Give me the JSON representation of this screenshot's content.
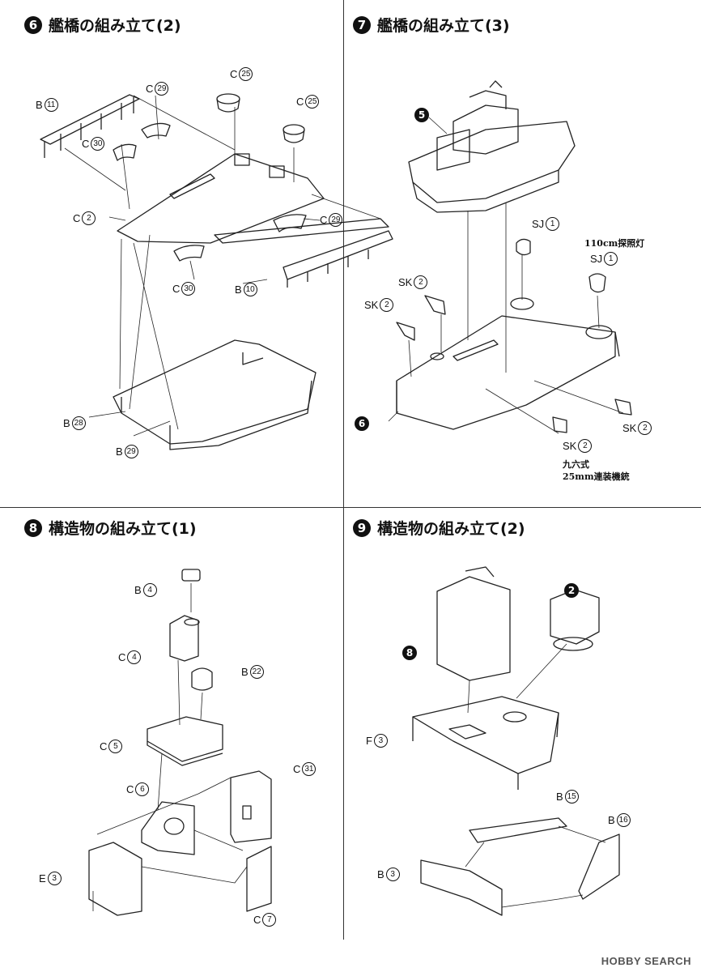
{
  "steps": [
    {
      "num": "6",
      "title": "艦橋の組み立て(2)"
    },
    {
      "num": "7",
      "title": "艦橋の組み立て(3)"
    },
    {
      "num": "8",
      "title": "構造物の組み立て(1)"
    },
    {
      "num": "9",
      "title": "構造物の組み立て(2)"
    }
  ],
  "step6_labels": {
    "b11": {
      "part": "B",
      "num": "11"
    },
    "c29a": {
      "part": "C",
      "num": "29"
    },
    "c25a": {
      "part": "C",
      "num": "25"
    },
    "c25b": {
      "part": "C",
      "num": "25"
    },
    "c30a": {
      "part": "C",
      "num": "30"
    },
    "c2": {
      "part": "C",
      "num": "2"
    },
    "c29b": {
      "part": "C",
      "num": "29"
    },
    "c30b": {
      "part": "C",
      "num": "30"
    },
    "b10": {
      "part": "B",
      "num": "10"
    },
    "b28": {
      "part": "B",
      "num": "28"
    },
    "b29": {
      "part": "B",
      "num": "29"
    }
  },
  "step7_labels": {
    "ref5": "5",
    "ref6": "6",
    "sj1a": {
      "part": "SJ",
      "num": "1"
    },
    "sj1b": {
      "part": "SJ",
      "num": "1"
    },
    "sk2a": {
      "part": "SK",
      "num": "2"
    },
    "sk2b": {
      "part": "SK",
      "num": "2"
    },
    "sk2c": {
      "part": "SK",
      "num": "2"
    },
    "sk2d": {
      "part": "SK",
      "num": "2"
    },
    "searchlight_note": "110cm探照灯",
    "mg_note_line1": "九六式",
    "mg_note_line2": "25mm連装機銃"
  },
  "step8_labels": {
    "b4": {
      "part": "B",
      "num": "4"
    },
    "c4": {
      "part": "C",
      "num": "4"
    },
    "b22": {
      "part": "B",
      "num": "22"
    },
    "c5": {
      "part": "C",
      "num": "5"
    },
    "c31": {
      "part": "C",
      "num": "31"
    },
    "c6": {
      "part": "C",
      "num": "6"
    },
    "e3": {
      "part": "E",
      "num": "3"
    },
    "c7": {
      "part": "C",
      "num": "7"
    }
  },
  "step9_labels": {
    "ref2": "2",
    "ref8": "8",
    "f3": {
      "part": "F",
      "num": "3"
    },
    "b15": {
      "part": "B",
      "num": "15"
    },
    "b16": {
      "part": "B",
      "num": "16"
    },
    "b3": {
      "part": "B",
      "num": "3"
    }
  },
  "watermark": "HOBBY SEARCH"
}
